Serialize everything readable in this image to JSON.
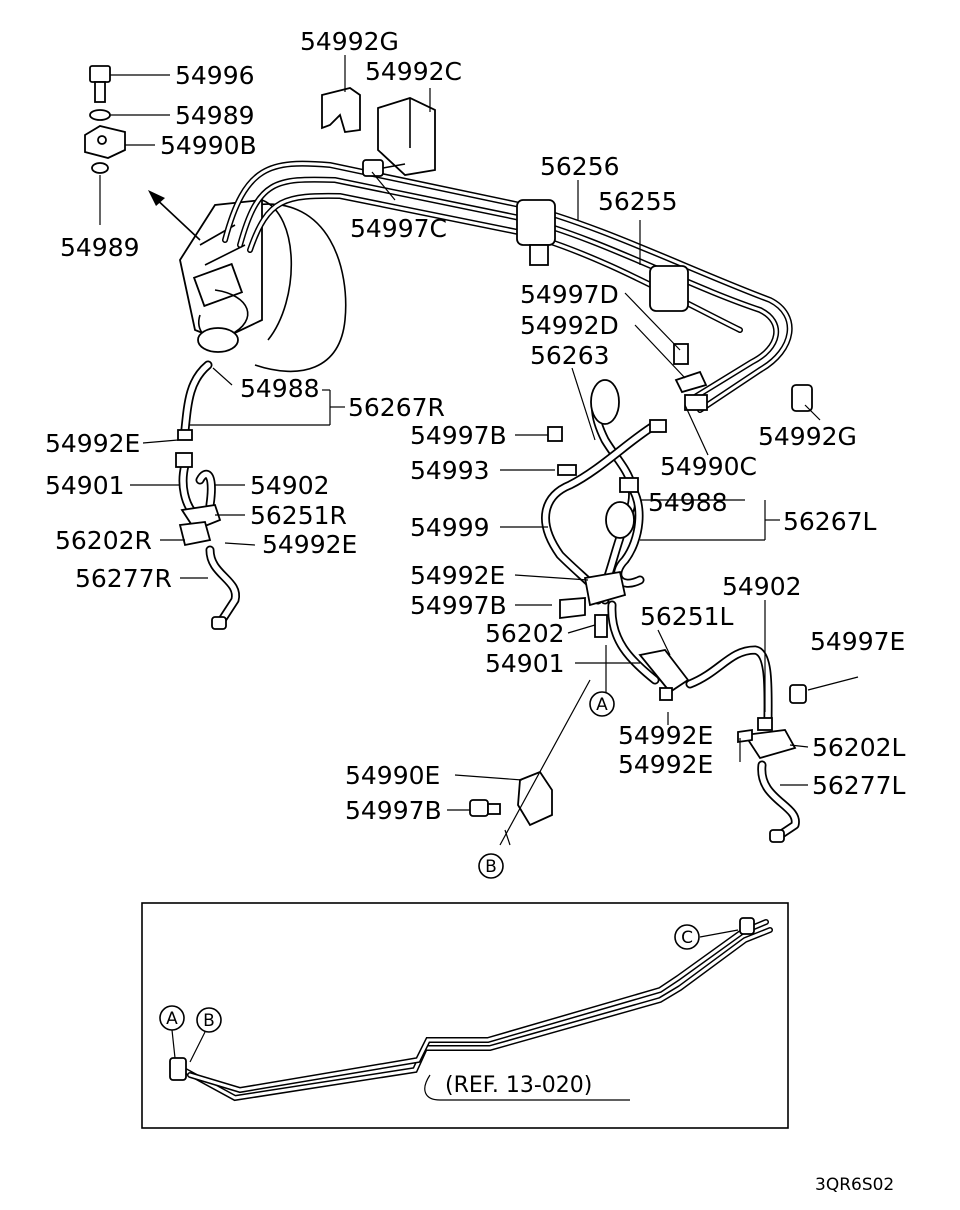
{
  "labels": {
    "p54996": "54996",
    "p54989a": "54989",
    "p54990B": "54990B",
    "p54989b": "54989",
    "p54992G_top": "54992G",
    "p54992C": "54992C",
    "p54997C": "54997C",
    "p56256": "56256",
    "p56255": "56255",
    "p54997D": "54997D",
    "p54992D": "54992D",
    "p56263": "56263",
    "p54992G_right": "54992G",
    "p54988_left": "54988",
    "p56267R": "56267R",
    "p54992E_1": "54992E",
    "p54901_left": "54901",
    "p54902_left": "54902",
    "p56251R": "56251R",
    "p56202R": "56202R",
    "p54992E_2": "54992E",
    "p56277R": "56277R",
    "p54997B_1": "54997B",
    "p54993": "54993",
    "p54990C": "54990C",
    "p54988_right": "54988",
    "p56267L": "56267L",
    "p54999": "54999",
    "p54992E_3": "54992E",
    "p54997B_2": "54997B",
    "p56202": "56202",
    "p56251L": "56251L",
    "p54901_right": "54901",
    "p54902_right": "54902",
    "p54997E": "54997E",
    "p54992E_4": "54992E",
    "p54992E_5": "54992E",
    "p56202L": "56202L",
    "p56277L": "56277L",
    "p54990E": "54990E",
    "p54997B_3": "54997B"
  },
  "callouts": {
    "a_main": "A",
    "b_main": "B",
    "a_inset": "A",
    "b_inset": "B",
    "c_inset": "C"
  },
  "inset": {
    "reference": "(REF. 13-020)"
  },
  "drawing_code": "3QR6S02"
}
